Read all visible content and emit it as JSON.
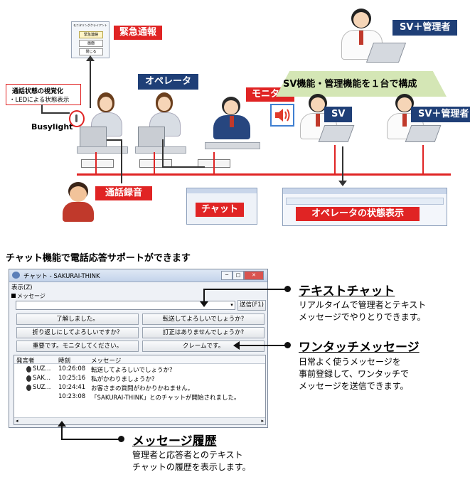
{
  "diagram": {
    "emergency_label": "緊急通報",
    "emergency_panel": {
      "title": "モニタリングクライアント",
      "buttons": [
        "緊急連絡",
        "画面",
        "閉じる"
      ]
    },
    "operator_label": "オペレータ",
    "monitor_label": "モニター",
    "sv_label": "SV",
    "sv_admin_label": "SV＋管理者",
    "sv_admin_top_label": "SV＋管理者",
    "sv_feature_banner": "SV機能・管理機能を１台で構成",
    "visualization_box": {
      "title": "通話状態の視覚化",
      "sub": "・LEDによる状態表示"
    },
    "busylight_label": "Busylight",
    "recording_label": "通話録音",
    "chat_label": "チャット",
    "status_display_label": "オペレータの状態表示"
  },
  "section_heading": "チャット機能で電話応答サポートができます",
  "chat_window": {
    "title": "チャット - SAKURAI-THINK",
    "menu": "表示(Z)",
    "message_group_label": "メッセージ",
    "send_button": "送信(F1)",
    "quick_buttons": [
      "了解しました。",
      "転送してよろしいでしょうか?",
      "折り返しにしてよろしいですか？",
      "訂正はありませんでしょうか?",
      "重要です。モニタしてください。",
      "クレームです。"
    ],
    "history_headers": [
      "発言者",
      "時刻",
      "メッセージ"
    ],
    "history_rows": [
      {
        "speaker": "SUZ...",
        "time": "10:26:08",
        "message": "転送してよろしいでしょうか?"
      },
      {
        "speaker": "SAK...",
        "time": "10:25:16",
        "message": "私がかわりましょうか？"
      },
      {
        "speaker": "SUZ...",
        "time": "10:24:41",
        "message": "お客さまの質問がわかりかねません。"
      },
      {
        "speaker": "",
        "time": "10:23:08",
        "message": "「SAKURAI-THINK」とのチャットが開始されました。"
      }
    ]
  },
  "callouts": {
    "text_chat": {
      "title": "テキストチャット",
      "desc_1": "リアルタイムで管理者とテキスト",
      "desc_2": "メッセージでやりとりできます。"
    },
    "one_touch": {
      "title": "ワンタッチメッセージ",
      "desc_1": "日常よく使うメッセージを",
      "desc_2": "事前登録して、ワンタッチで",
      "desc_3": "メッセージを送信できます。"
    },
    "history": {
      "title": "メッセージ履歴",
      "desc_1": "管理者と応答者とのテキスト",
      "desc_2": "チャットの履歴を表示します。"
    }
  },
  "colors": {
    "accent_red": "#e02424",
    "navy": "#1f3f77",
    "banner_green": "#d4e6b5"
  }
}
